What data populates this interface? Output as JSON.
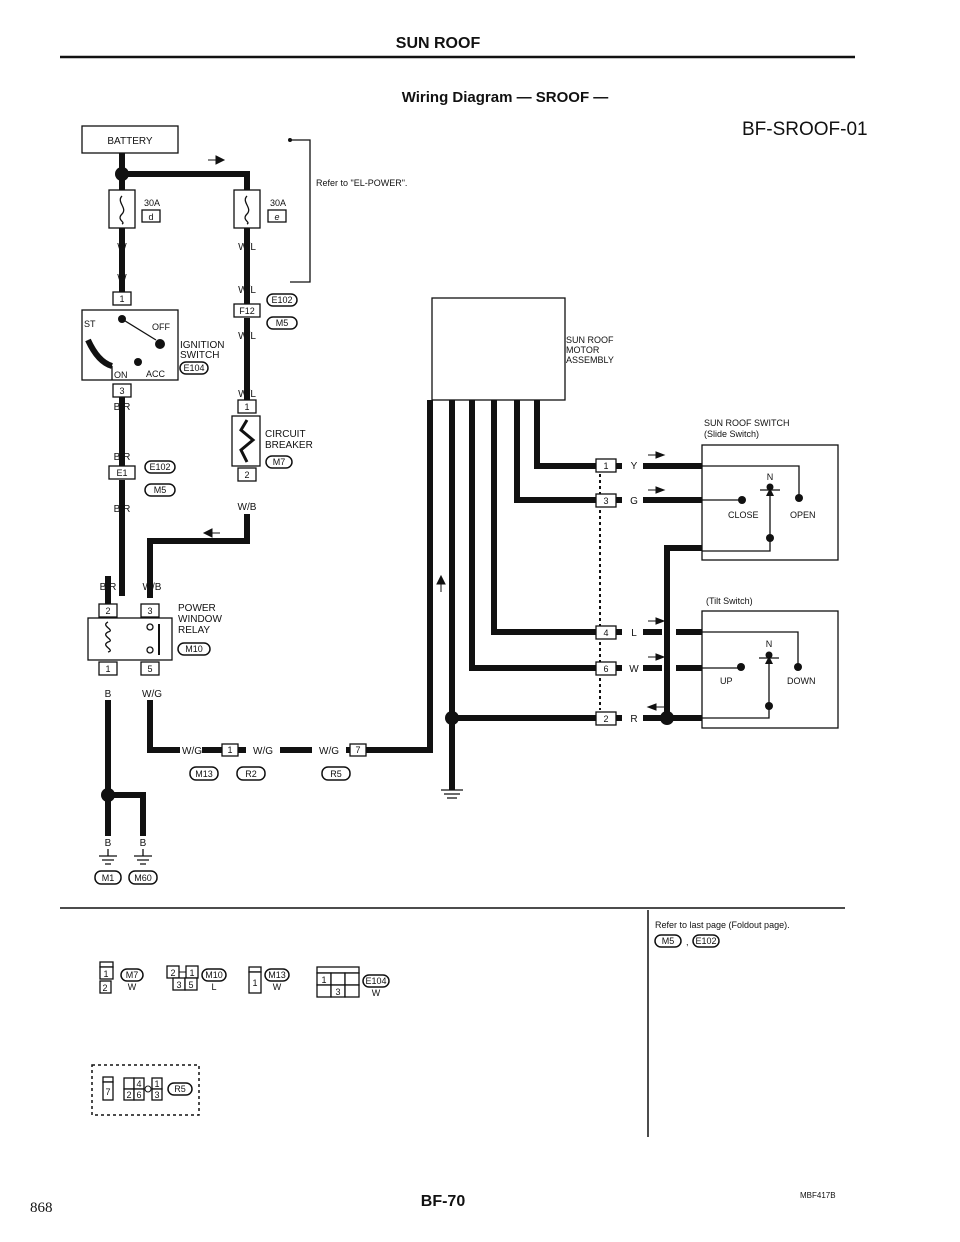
{
  "header": {
    "title": "SUN ROOF",
    "subtitle": "Wiring Diagram — SROOF —",
    "diagram_id": "BF-SROOF-01"
  },
  "power": {
    "battery": "BATTERY",
    "fuse_left": {
      "amp": "30A",
      "id": "d"
    },
    "fuse_right": {
      "amp": "30A",
      "id": "e"
    },
    "refer": "Refer to \"EL-POWER\"."
  },
  "ignition_switch": {
    "name_line1": "IGNITION",
    "name_line2": "SWITCH",
    "connector": "E104",
    "positions": {
      "st": "ST",
      "off": "OFF",
      "on": "ON",
      "acc": "ACC"
    },
    "pin_in": "1",
    "pin_out": "3"
  },
  "circuit_breaker": {
    "name_line1": "CIRCUIT",
    "name_line2": "BREAKER",
    "connector": "M7",
    "pin_in": "1",
    "pin_out": "2"
  },
  "relay": {
    "name_line1": "POWER",
    "name_line2": "WINDOW",
    "name_line3": "RELAY",
    "connector": "M10",
    "pins": [
      "2",
      "3",
      "1",
      "5"
    ]
  },
  "motor": {
    "name_line1": "SUN ROOF",
    "name_line2": "MOTOR",
    "name_line3": "ASSEMBLY",
    "pins": [
      "1",
      "3",
      "4",
      "6",
      "2"
    ],
    "wire_colors": [
      "Y",
      "G",
      "L",
      "W",
      "R"
    ]
  },
  "slide_switch": {
    "title": "SUN ROOF SWITCH",
    "subtitle": "(Slide Switch)",
    "n": "N",
    "left": "CLOSE",
    "right": "OPEN"
  },
  "tilt_switch": {
    "subtitle": "(Tilt Switch)",
    "n": "N",
    "left": "UP",
    "right": "DOWN"
  },
  "wires": {
    "w": "W",
    "wl": "W/L",
    "br": "B/R",
    "wb": "W/B",
    "b": "B",
    "wg": "W/G"
  },
  "connectors": {
    "f12": "F12",
    "e1": "E1",
    "e102": "E102",
    "m5": "M5",
    "m13": "M13",
    "r2": "R2",
    "r5": "R5",
    "m1": "M1",
    "m60": "M60",
    "pin1": "1",
    "pin7": "7"
  },
  "connector_faces": [
    {
      "id": "M7",
      "color": "W",
      "pins": [
        "1",
        "2"
      ]
    },
    {
      "id": "M10",
      "color": "L",
      "pins": [
        "2",
        "1",
        "3",
        "5"
      ]
    },
    {
      "id": "M13",
      "color": "W",
      "pins": [
        "1"
      ]
    },
    {
      "id": "E104",
      "color": "W",
      "pins": [
        "1",
        "3"
      ]
    },
    {
      "id": "R5",
      "color": "",
      "pins": [
        "7",
        "4",
        "1",
        "2",
        "6",
        "3"
      ]
    }
  ],
  "footnote": {
    "text": "Refer to last page (Foldout page).",
    "refs": [
      "M5",
      "E102"
    ],
    "sep": ","
  },
  "footer": {
    "code": "MBF417B",
    "page": "BF-70",
    "page_number": "868"
  }
}
